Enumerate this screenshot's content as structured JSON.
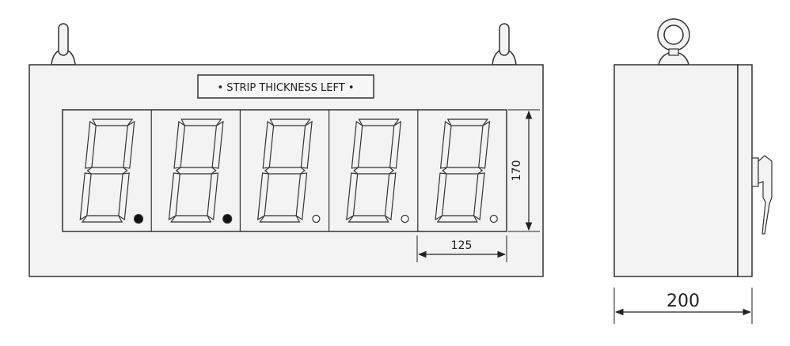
{
  "front_view": {
    "label": "• STRIP THICKNESS LEFT •",
    "digits": [
      {
        "decimal_point": "filled"
      },
      {
        "decimal_point": "filled"
      },
      {
        "decimal_point": "hollow"
      },
      {
        "decimal_point": "hollow"
      },
      {
        "decimal_point": "hollow"
      }
    ],
    "dim_height": "170",
    "dim_digit_width": "125"
  },
  "side_view": {
    "dim_depth": "200"
  },
  "colors": {
    "panel_fill": "#f3f3f3",
    "line": "#333333",
    "dim_line": "#222222"
  }
}
